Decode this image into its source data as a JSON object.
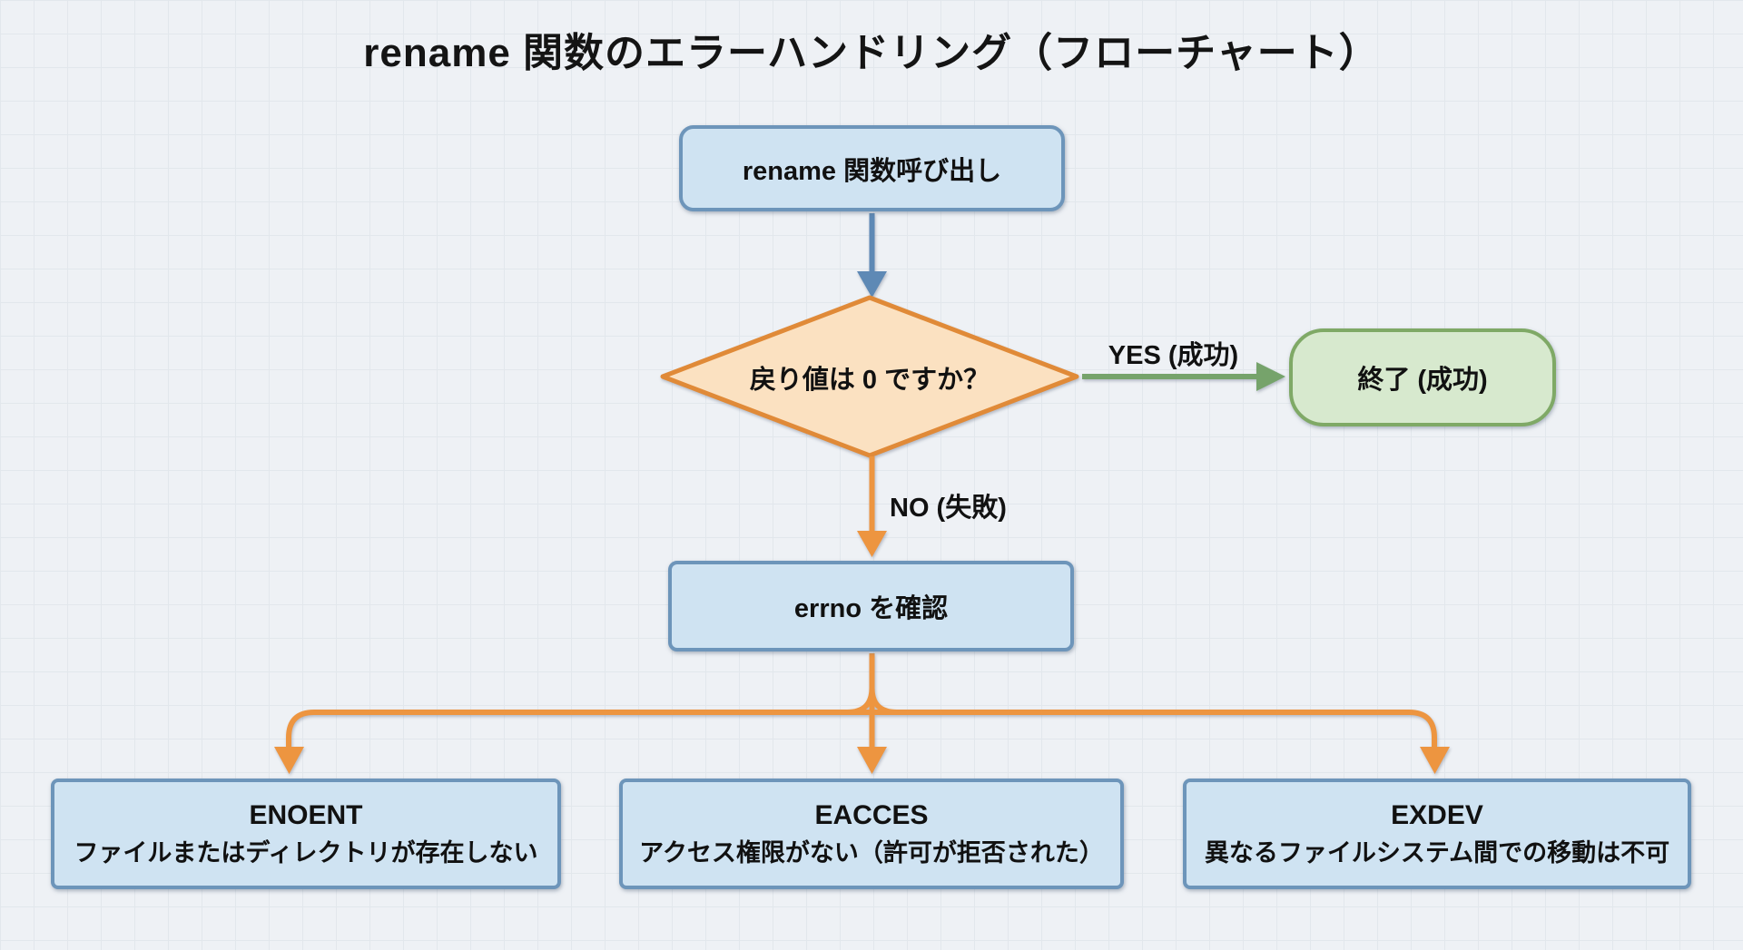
{
  "title": "rename 関数のエラーハンドリング（フローチャート）",
  "nodes": {
    "start": {
      "label": "rename 関数呼び出し",
      "type": "process"
    },
    "decision": {
      "label": "戻り値は 0 ですか？",
      "type": "decision"
    },
    "success": {
      "label": "終了 (成功)",
      "type": "terminal"
    },
    "check_errno": {
      "label": "errno を確認",
      "type": "process"
    },
    "enoent": {
      "code": "ENOENT",
      "desc": "ファイルまたはディレクトリが存在しない"
    },
    "eacces": {
      "code": "EACCES",
      "desc": "アクセス権限がない（許可が拒否された）"
    },
    "exdev": {
      "code": "EXDEV",
      "desc": "異なるファイルシステム間での移動は不可"
    }
  },
  "edges": {
    "yes_label": "YES (成功)",
    "no_label": "NO (失敗)"
  },
  "colors": {
    "background": "#eef1f5",
    "grid_line": "#e2e7ec",
    "process_fill": "#cfe3f2",
    "process_border": "#6d95ba",
    "decision_fill": "#fbe1c1",
    "decision_border": "#e08a38",
    "terminal_fill": "#d7e9ce",
    "terminal_border": "#7fa966",
    "arrow_blue": "#5e89b5",
    "arrow_orange": "#ed9540",
    "arrow_green": "#76a36b",
    "text": "#111111"
  }
}
